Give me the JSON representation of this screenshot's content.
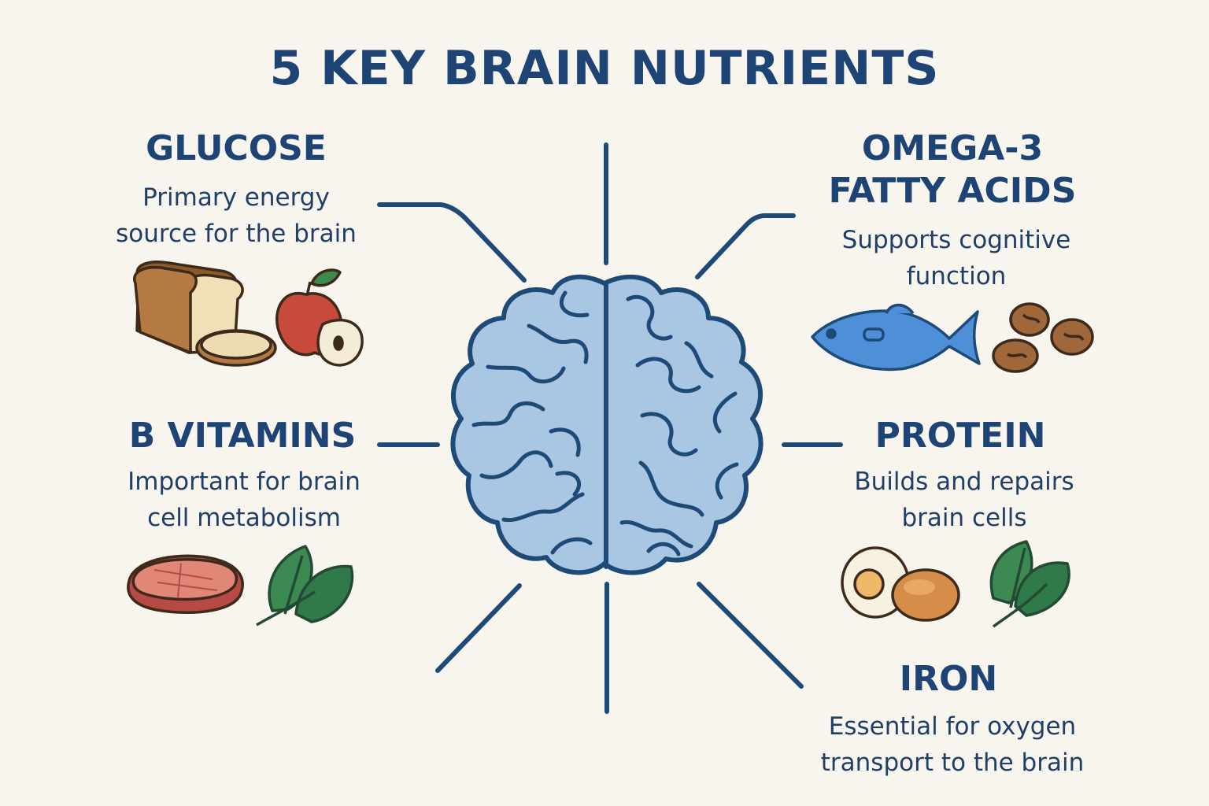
{
  "title": "5 KEY BRAIN NUTRIENTS",
  "nutrients": {
    "glucose": {
      "name": "GLUCOSE",
      "desc_line1": "Primary energy",
      "desc_line2": "source for the brain",
      "foods": [
        "bread-icon",
        "apple-icon"
      ]
    },
    "omega3": {
      "name_line1": "OMEGA-3",
      "name_line2": "FATTY ACIDS",
      "desc_line1": "Supports cognitive",
      "desc_line2": "function",
      "foods": [
        "fish-icon",
        "nuts-icon"
      ]
    },
    "b_vitamins": {
      "name": "B VITAMINS",
      "desc_line1": "Important for brain",
      "desc_line2": "cell metabolism",
      "foods": [
        "meat-icon",
        "spinach-icon"
      ]
    },
    "protein": {
      "name": "PROTEIN",
      "desc_line1": "Builds and repairs",
      "desc_line2": "brain cells",
      "foods": [
        "eggs-icon",
        "spinach-icon"
      ]
    },
    "iron": {
      "name": "IRON",
      "desc_line1": "Essential for oxygen",
      "desc_line2": "transport to the brain"
    }
  },
  "colors": {
    "background": "#f8f5ef",
    "ink": "#1d4474",
    "brain_fill": "#a9c6e2",
    "brain_stroke": "#1e4a78"
  }
}
